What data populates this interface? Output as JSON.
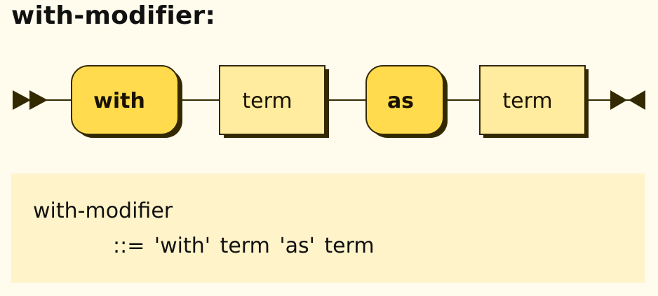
{
  "title": "with-modifier:",
  "diagram": {
    "nodes": [
      {
        "label": "with",
        "kind": "terminal"
      },
      {
        "label": "term",
        "kind": "nonterminal"
      },
      {
        "label": "as",
        "kind": "terminal"
      },
      {
        "label": "term",
        "kind": "nonterminal"
      }
    ],
    "colors": {
      "background": "#FFFCEE",
      "terminal_fill": "#FFDB4D",
      "nonterminal_fill": "#FFEC9E",
      "stroke": "#332900",
      "ebnf_background": "#FFF3C9"
    }
  },
  "ebnf": {
    "name": "with-modifier",
    "rule": "::= 'with' term 'as' term"
  }
}
